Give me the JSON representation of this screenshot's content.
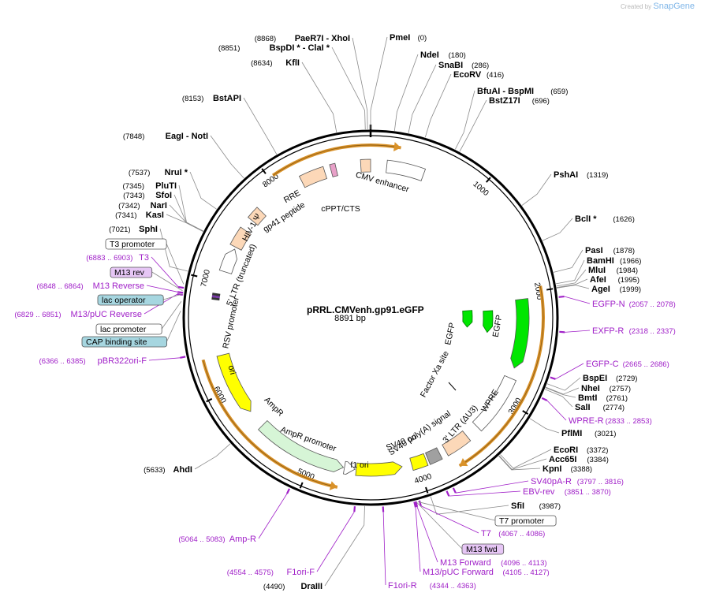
{
  "credit": {
    "prefix": "Created by",
    "brand": "SnapGene"
  },
  "plasmid": {
    "name": "pRRL.CMVenh.gp91.eGFP",
    "size": "8891 bp",
    "length": 8891
  },
  "colors": {
    "backbone": "#000000",
    "enzyme_line": "#8a8a8a",
    "primer": "#a020c8",
    "orange_arc": "#d9922a",
    "yellow": "#ffff00",
    "green": "#00e600",
    "peach": "#fcd8b8",
    "light_green": "#d6f5d6",
    "gray": "#a0a0a0",
    "pink": "#e8a0c8",
    "white": "#ffffff",
    "tag_purple": "#e6c6f5",
    "tag_cyan": "#a6d6e0"
  },
  "ticks": [
    {
      "pos": 1000,
      "label": "1000"
    },
    {
      "pos": 2000,
      "label": "2000"
    },
    {
      "pos": 3000,
      "label": "3000"
    },
    {
      "pos": 4000,
      "label": "4000"
    },
    {
      "pos": 5000,
      "label": "5000"
    },
    {
      "pos": 6000,
      "label": "6000"
    },
    {
      "pos": 7000,
      "label": "7000"
    },
    {
      "pos": 8000,
      "label": "8000"
    }
  ],
  "features": [
    {
      "name": "CMV enhancer",
      "start": 150,
      "end": 500,
      "color": "#ffffff",
      "dir": 0,
      "label": "CMV enhancer"
    },
    {
      "name": "cPPT/CTS",
      "start": 8800,
      "end": 8891,
      "color": "#fcd8b8",
      "dir": 0,
      "label": "cPPT/CTS"
    },
    {
      "name": "gp41 peptide",
      "start": 8520,
      "end": 8570,
      "color": "#e8a0c8",
      "dir": 0,
      "label": "gp41 peptide"
    },
    {
      "name": "RRE",
      "start": 8230,
      "end": 8460,
      "color": "#fcd8b8",
      "dir": 0,
      "label": "RRE"
    },
    {
      "name": "HIV-1 psi",
      "start": 7640,
      "end": 7760,
      "color": "#fcd8b8",
      "dir": 0,
      "label": "HIV-1 Ψ"
    },
    {
      "name": "5' LTR (truncated)",
      "start": 7350,
      "end": 7530,
      "color": "#fcd8b8",
      "dir": 0,
      "label": "5' LTR (truncated)"
    },
    {
      "name": "RSV promoter",
      "start": 7100,
      "end": 7330,
      "color": "#ffffff",
      "dir": 1,
      "label": "RSV promoter"
    },
    {
      "name": "EGFP",
      "start": 2050,
      "end": 2700,
      "color": "#00e600",
      "dir": 1,
      "label": "EGFP"
    },
    {
      "name": "WPRE",
      "start": 2800,
      "end": 3350,
      "color": "#ffffff",
      "dir": 0,
      "label": "WPRE"
    },
    {
      "name": "3' LTR (dU3)",
      "start": 3480,
      "end": 3720,
      "color": "#fcd8b8",
      "dir": 0,
      "label": "3' LTR (ΔU3)"
    },
    {
      "name": "SV40 poly(A) signal",
      "start": 3780,
      "end": 3900,
      "color": "#a0a0a0",
      "dir": 0,
      "label": "SV40 poly(A) signal"
    },
    {
      "name": "SV40 ori",
      "start": 3920,
      "end": 4060,
      "color": "#ffff00",
      "dir": 0,
      "label": "SV40 ori"
    },
    {
      "name": "f1 ori",
      "start": 4150,
      "end": 4580,
      "color": "#ffff00",
      "dir": -1,
      "label": "f1 ori"
    },
    {
      "name": "AmpR promoter",
      "start": 4590,
      "end": 4690,
      "color": "#ffffff",
      "dir": -1,
      "label": "AmpR promoter"
    },
    {
      "name": "AmpR",
      "start": 4700,
      "end": 5560,
      "color": "#d6f5d6",
      "dir": -1,
      "label": "AmpR"
    },
    {
      "name": "ori",
      "start": 5730,
      "end": 6320,
      "color": "#ffff00",
      "dir": -1,
      "label": "ori"
    }
  ],
  "inner_features": [
    {
      "name": "EGFP inner",
      "label": "EGFP"
    },
    {
      "name": "Factor Xa site",
      "label": "Factor Xa site"
    }
  ],
  "orange_arcs": [
    {
      "start": 8040,
      "end": 250,
      "dir": 1
    },
    {
      "start": 1960,
      "end": 3680,
      "dir": 1
    },
    {
      "start": 4720,
      "end": 6320,
      "dir": -1
    }
  ],
  "enzymes": [
    {
      "name": "PmeI",
      "pos": "(0)"
    },
    {
      "name": "NdeI",
      "pos": "(180)"
    },
    {
      "name": "SnaBI",
      "pos": "(286)"
    },
    {
      "name": "EcoRV",
      "pos": "(416)"
    },
    {
      "name": "BfuAI - BspMI",
      "pos": "(659)"
    },
    {
      "name": "BstZ17I",
      "pos": "(696)"
    },
    {
      "name": "PshAI",
      "pos": "(1319)"
    },
    {
      "name": "BclI *",
      "pos": "(1626)"
    },
    {
      "name": "PasI",
      "pos": "(1878)"
    },
    {
      "name": "BamHI",
      "pos": "(1966)"
    },
    {
      "name": "MluI",
      "pos": "(1984)"
    },
    {
      "name": "AfeI",
      "pos": "(1995)"
    },
    {
      "name": "AgeI",
      "pos": "(1999)"
    },
    {
      "name": "BspEI",
      "pos": "(2729)"
    },
    {
      "name": "NheI",
      "pos": "(2757)"
    },
    {
      "name": "BmtI",
      "pos": "(2761)"
    },
    {
      "name": "SalI",
      "pos": "(2774)"
    },
    {
      "name": "PflMI",
      "pos": "(3021)"
    },
    {
      "name": "EcoRI",
      "pos": "(3372)"
    },
    {
      "name": "Acc65I",
      "pos": "(3384)"
    },
    {
      "name": "KpnI",
      "pos": "(3388)"
    },
    {
      "name": "SfiI",
      "pos": "(3987)"
    },
    {
      "name": "DraIII",
      "pos": "(4490)"
    },
    {
      "name": "AhdI",
      "pos": "(5633)"
    },
    {
      "name": "SphI",
      "pos": "(7021)"
    },
    {
      "name": "KasI",
      "pos": "(7341)"
    },
    {
      "name": "NarI",
      "pos": "(7342)"
    },
    {
      "name": "SfoI",
      "pos": "(7343)"
    },
    {
      "name": "PluTI",
      "pos": "(7345)"
    },
    {
      "name": "NruI *",
      "pos": "(7537)"
    },
    {
      "name": "EagI - NotI",
      "pos": "(7848)"
    },
    {
      "name": "BstAPI",
      "pos": "(8153)"
    },
    {
      "name": "KflI",
      "pos": "(8634)"
    },
    {
      "name": "BspDI * - ClaI *",
      "pos": "(8851)"
    },
    {
      "name": "PaeR7I - XhoI",
      "pos": "(8868)"
    }
  ],
  "primers": [
    {
      "name": "EGFP-N",
      "range": "(2057 .. 2078)"
    },
    {
      "name": "EXFP-R",
      "range": "(2318 .. 2337)"
    },
    {
      "name": "EGFP-C",
      "range": "(2665 .. 2686)"
    },
    {
      "name": "WPRE-R",
      "range": "(2833 .. 2853)"
    },
    {
      "name": "SV40pA-R",
      "range": "(3797 .. 3816)"
    },
    {
      "name": "EBV-rev",
      "range": "(3851 .. 3870)"
    },
    {
      "name": "T7",
      "range": "(4067 .. 4086)"
    },
    {
      "name": "M13 Forward",
      "range": "(4096 .. 4113)"
    },
    {
      "name": "M13/pUC Forward",
      "range": "(4105 .. 4127)"
    },
    {
      "name": "F1ori-R",
      "range": "(4344 .. 4363)"
    },
    {
      "name": "F1ori-F",
      "range": "(4554 .. 4575)"
    },
    {
      "name": "Amp-R",
      "range": "(5064 .. 5083)"
    },
    {
      "name": "pBR322ori-F",
      "range": "(6366 .. 6385)"
    },
    {
      "name": "M13/pUC Reverse",
      "range": "(6829 .. 6851)"
    },
    {
      "name": "M13 Reverse",
      "range": "(6848 .. 6864)"
    },
    {
      "name": "T3",
      "range": "(6883 .. 6903)"
    }
  ],
  "tags": [
    {
      "name": "T7 promoter",
      "style": "white"
    },
    {
      "name": "M13 fwd",
      "style": "purple"
    },
    {
      "name": "T3 promoter",
      "style": "white"
    },
    {
      "name": "M13 rev",
      "style": "purple"
    },
    {
      "name": "lac operator",
      "style": "cyan"
    },
    {
      "name": "lac promoter",
      "style": "white"
    },
    {
      "name": "CAP binding site",
      "style": "cyan"
    }
  ]
}
